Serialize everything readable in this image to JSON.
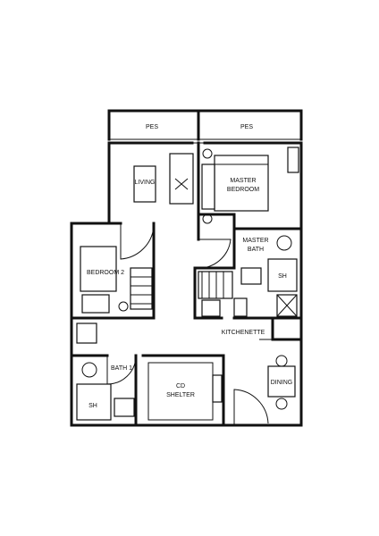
{
  "rooms": {
    "pes_left": "PES",
    "pes_right": "PES",
    "living": "LIVING",
    "master_bedroom": [
      "MASTER",
      "BEDROOM"
    ],
    "master_bath": [
      "MASTER",
      "BATH"
    ],
    "bedroom2": "BEDROOM 2",
    "kitchenette": "KITCHENETTE",
    "bath1": "BATH 1",
    "cd_shelter": [
      "CD",
      "SHELTER"
    ],
    "dining": "DINING",
    "sh_master": "SH",
    "sh_bath1": "SH"
  }
}
